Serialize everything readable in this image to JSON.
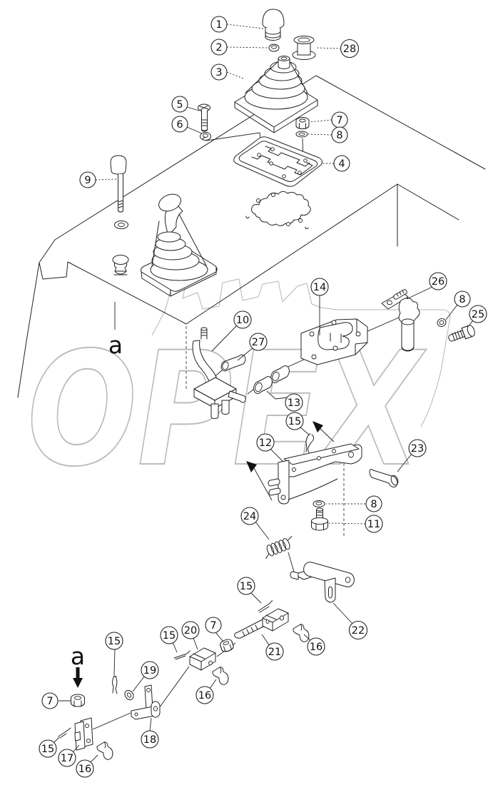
{
  "watermark": "OPEX",
  "annotations": {
    "a_upper": "a",
    "a_lower": "a"
  },
  "callouts": {
    "c1": {
      "label": "1"
    },
    "c2": {
      "label": "2"
    },
    "c28": {
      "label": "28"
    },
    "c3": {
      "label": "3"
    },
    "c5": {
      "label": "5"
    },
    "c6": {
      "label": "6"
    },
    "c7a": {
      "label": "7"
    },
    "c8a": {
      "label": "8"
    },
    "c4": {
      "label": "4"
    },
    "c9": {
      "label": "9"
    },
    "c14": {
      "label": "14"
    },
    "c26": {
      "label": "26"
    },
    "c8b": {
      "label": "8"
    },
    "c25": {
      "label": "25"
    },
    "c10": {
      "label": "10"
    },
    "c27": {
      "label": "27"
    },
    "c13": {
      "label": "13"
    },
    "c15a": {
      "label": "15"
    },
    "c12": {
      "label": "12"
    },
    "c23": {
      "label": "23"
    },
    "c8c": {
      "label": "8"
    },
    "c11": {
      "label": "11"
    },
    "c24": {
      "label": "24"
    },
    "c15b": {
      "label": "15"
    },
    "c22": {
      "label": "22"
    },
    "c20": {
      "label": "20"
    },
    "c7b": {
      "label": "7"
    },
    "c15c": {
      "label": "15"
    },
    "c21": {
      "label": "21"
    },
    "c16a": {
      "label": "16"
    },
    "c19": {
      "label": "19"
    },
    "c15d": {
      "label": "15"
    },
    "c7c": {
      "label": "7"
    },
    "c16b": {
      "label": "16"
    },
    "c18": {
      "label": "18"
    },
    "c17": {
      "label": "17"
    },
    "c16c": {
      "label": "16"
    },
    "c15e": {
      "label": "15"
    }
  }
}
